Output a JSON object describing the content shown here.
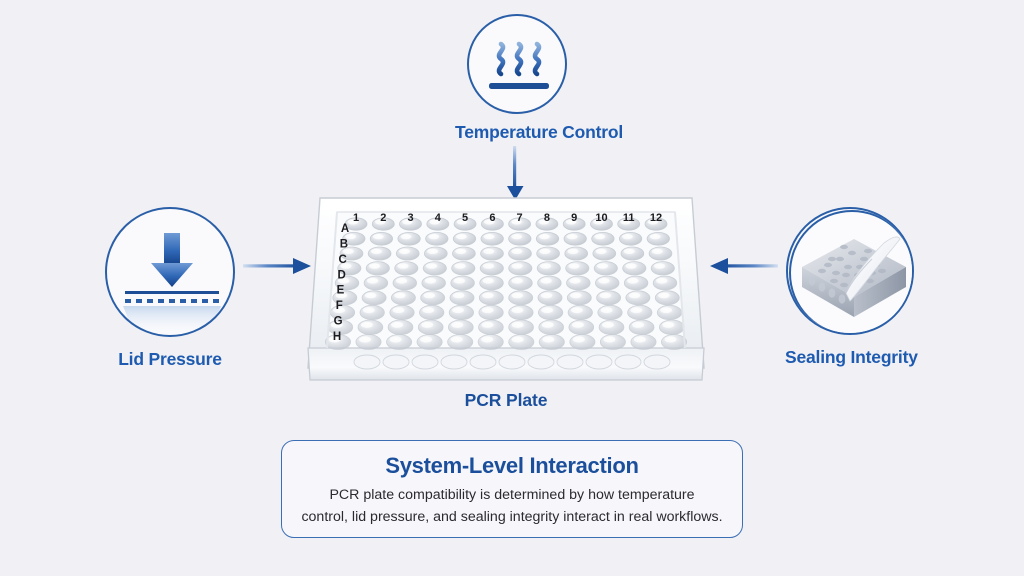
{
  "background_color": "#f1f1f5",
  "accent_colors": {
    "label_blue": "#1e5bb0",
    "title_navy": "#1b4f9c",
    "circle_border": "#2a5fa8",
    "arrow_dark": "#1c4f9c",
    "panel_border": "#3b6fb5",
    "panel_fill": "#f7f7fb"
  },
  "nodes": {
    "temperature": {
      "label": "Temperature Control",
      "icon": "heat-waves-icon"
    },
    "lid_pressure": {
      "label": "Lid Pressure",
      "icon": "down-arrow-press-icon"
    },
    "sealing": {
      "label": "Sealing Integrity",
      "icon": "peeling-seal-plate-icon"
    }
  },
  "center": {
    "label": "PCR Plate",
    "columns": [
      "1",
      "2",
      "3",
      "4",
      "5",
      "6",
      "7",
      "8",
      "9",
      "10",
      "11",
      "12"
    ],
    "rows": [
      "A",
      "B",
      "C",
      "D",
      "E",
      "F",
      "G",
      "H"
    ]
  },
  "connectors": {
    "top": "arrow-down",
    "left": "arrow-right",
    "right": "arrow-left"
  },
  "panel": {
    "title": "System-Level Interaction",
    "line1": "PCR plate compatibility is determined by how temperature",
    "line2": "control, lid pressure, and sealing integrity interact in real workflows."
  }
}
